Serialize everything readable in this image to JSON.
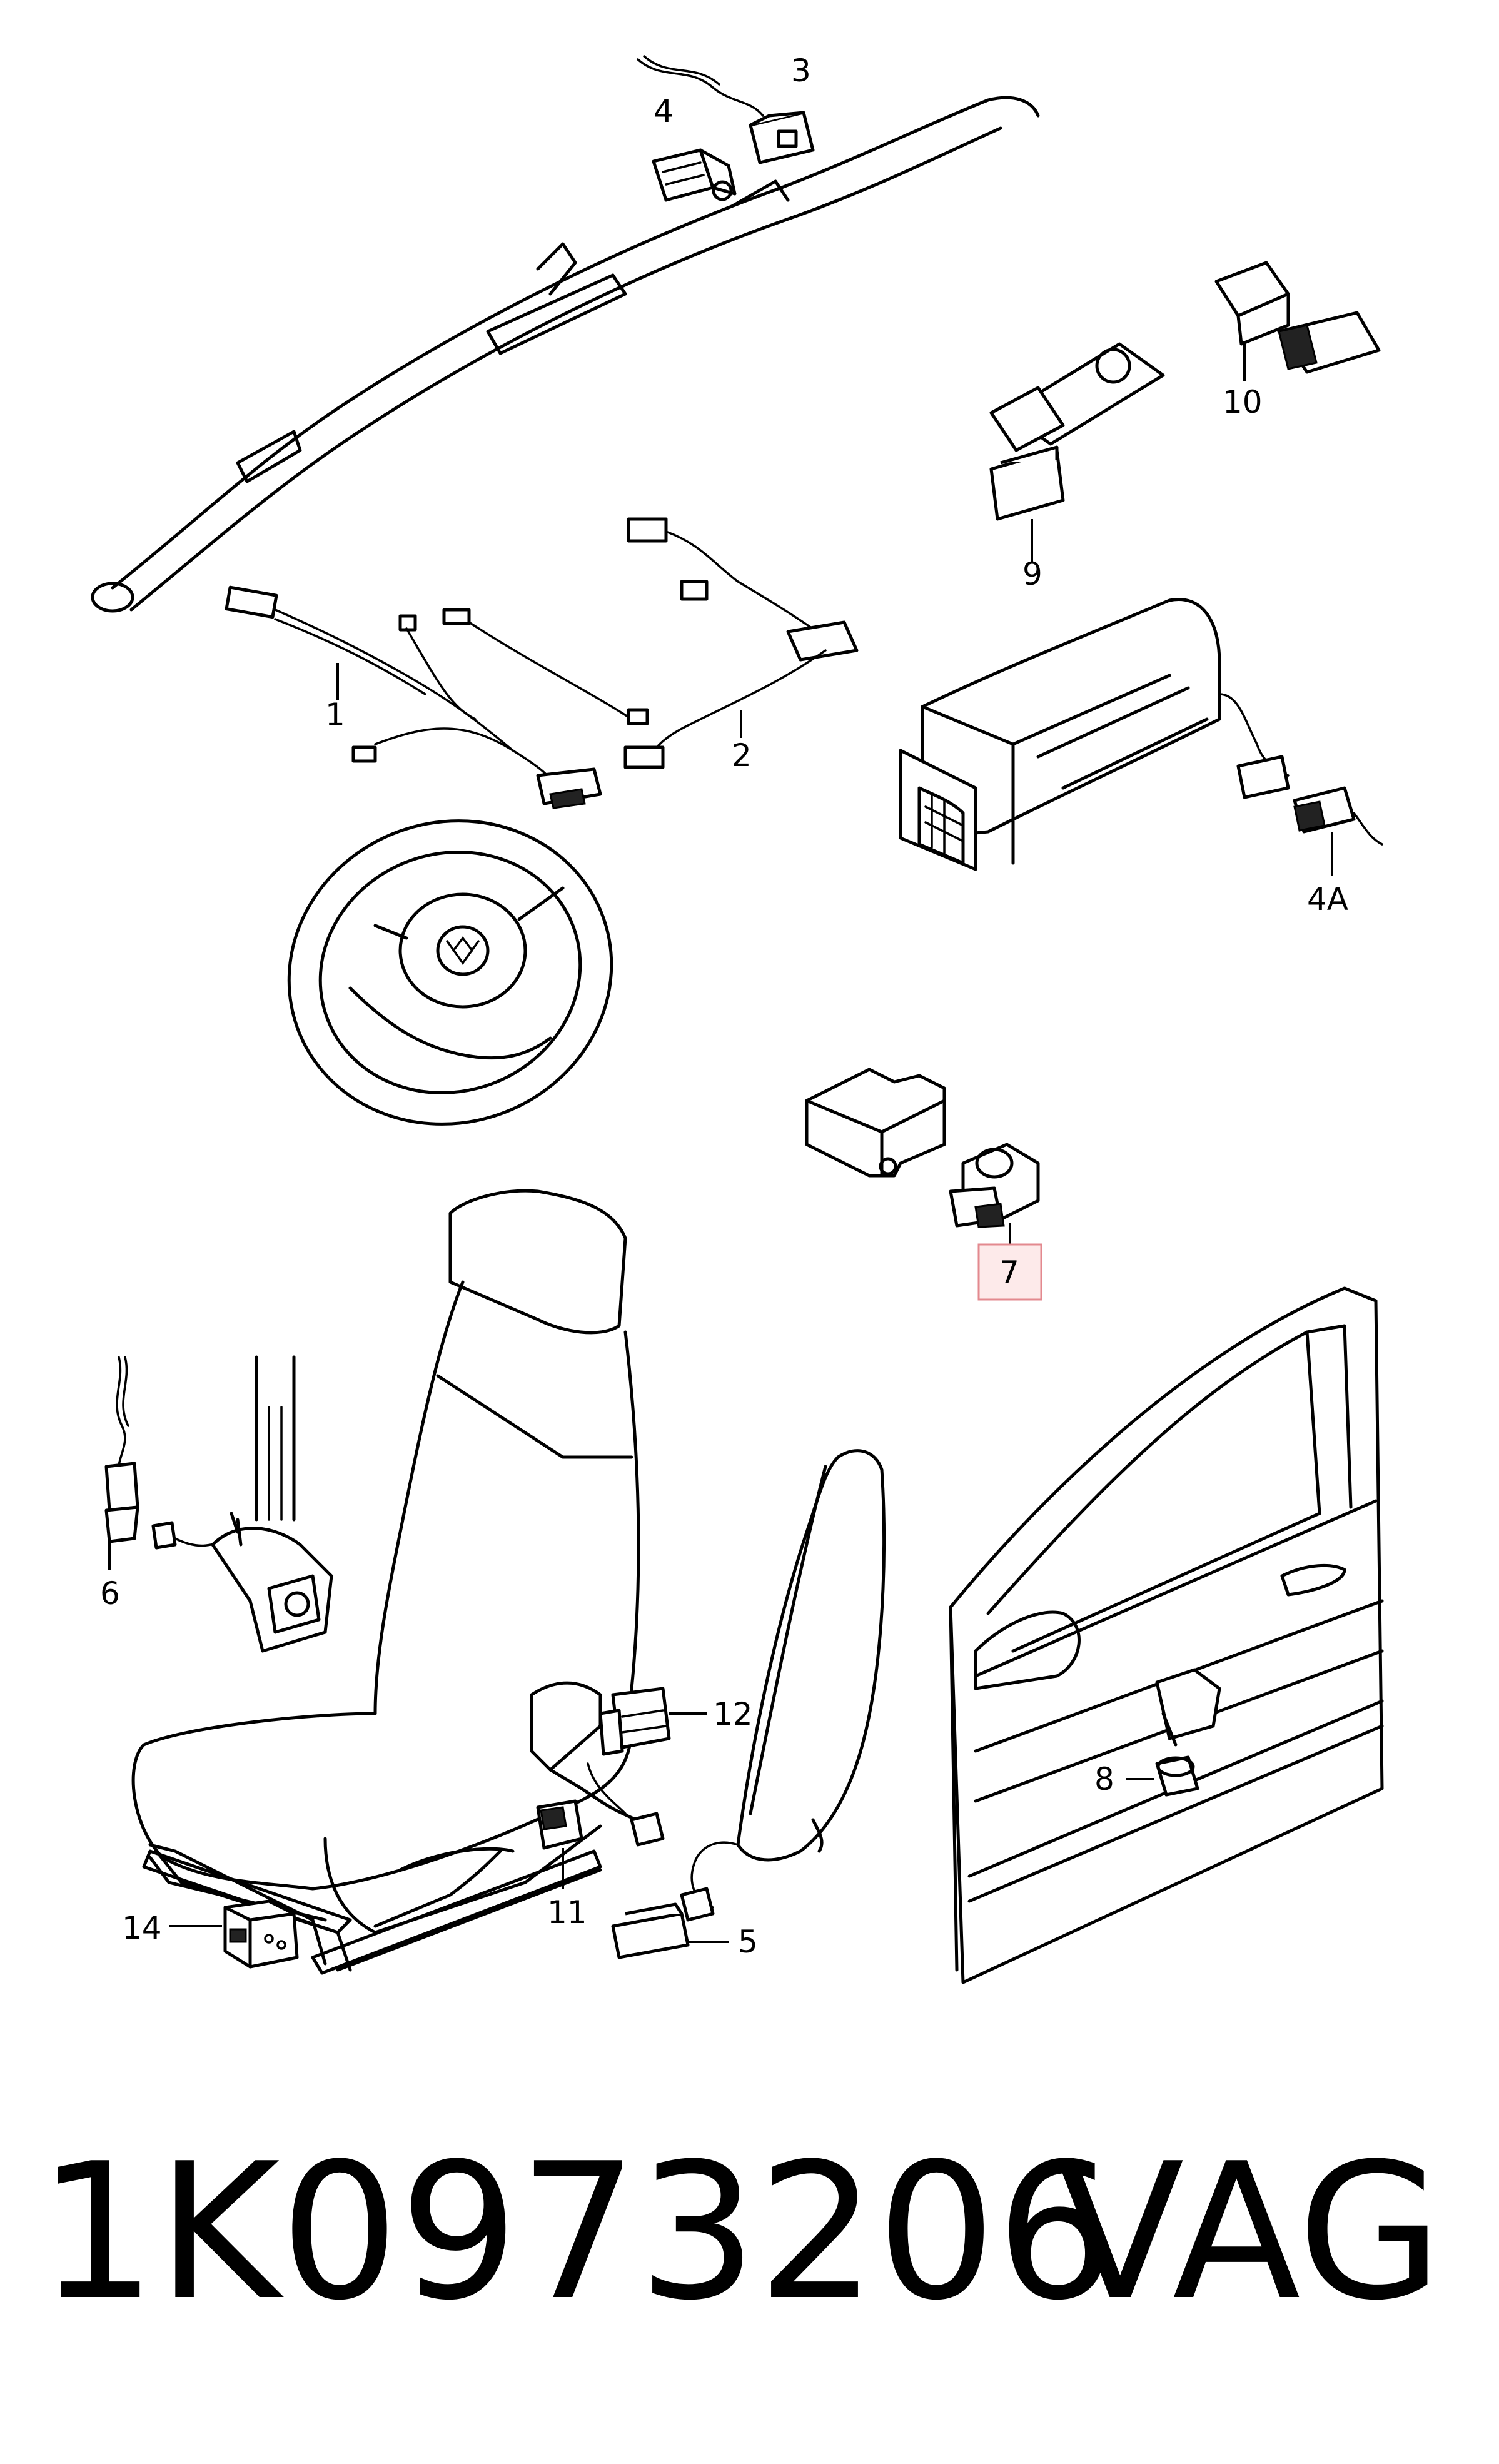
{
  "callouts": {
    "c1": "1",
    "c2": "2",
    "c3": "3",
    "c4": "4",
    "c4a": "4A",
    "c5": "5",
    "c6": "6",
    "c7": "7",
    "c8": "8",
    "c9": "9",
    "c10": "10",
    "c11": "11",
    "c12": "12",
    "c14": "14"
  },
  "highlighted_callout": "7",
  "footer": {
    "part_number": "1K0973206",
    "brand": "VAG"
  },
  "colors": {
    "line": "#000000",
    "highlight_fill": "#fdeaea",
    "highlight_border": "#e3898f"
  }
}
